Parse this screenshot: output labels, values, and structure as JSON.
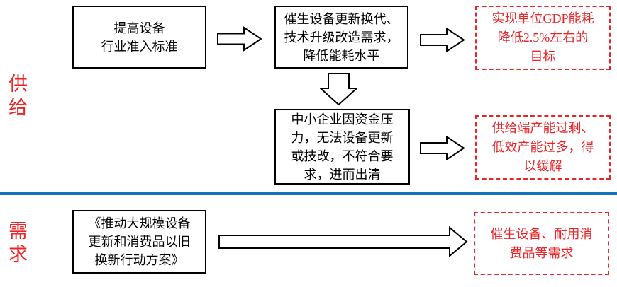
{
  "colors": {
    "accent_red": "#e8262a",
    "divider_blue": "#1272b8",
    "box_border": "#000000"
  },
  "sections": {
    "supply": {
      "label": "供给",
      "boxes": {
        "entry_standard": "提高设备\n行业准入标准",
        "upgrade_demand": "催生设备更新换代、\n技术升级改造需求，\n降低能耗水平",
        "sme_exit": "中小企业因资金压\n力，无法设备更新\n或技改，不符合要\n求，进而出清"
      },
      "outcomes": {
        "gdp_target": "实现单位GDP能耗\n降低2.5%左右的\n目标",
        "capacity_relief": "供给端产能过剩、\n低效产能过多，得\n以缓解"
      }
    },
    "demand": {
      "label": "需求",
      "boxes": {
        "action_plan": "《推动大规模设备\n更新和消费品以旧\n换新行动方案》"
      },
      "outcomes": {
        "new_demand": "催生设备、耐用消\n费品等需求"
      }
    }
  }
}
